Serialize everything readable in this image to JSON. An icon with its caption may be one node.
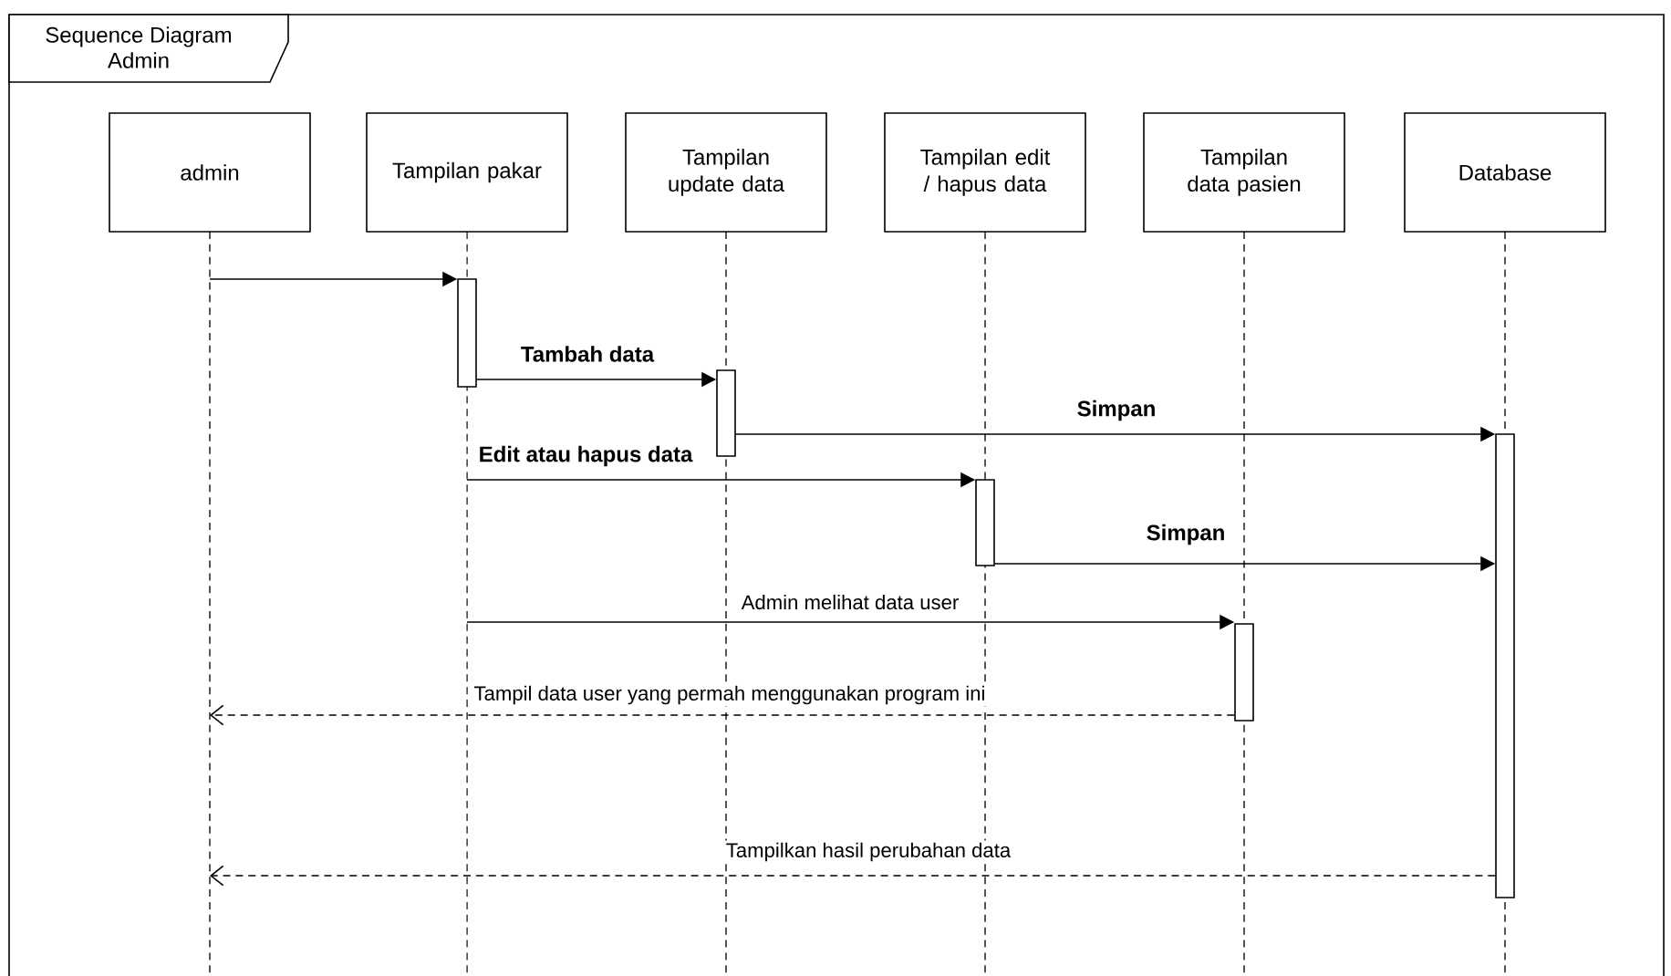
{
  "diagram": {
    "title": "Sequence Diagram Admin",
    "nodes": [
      {
        "text": [
          "admin"
        ]
      },
      {
        "text": [
          "Tampilan pakar"
        ]
      },
      {
        "text": [
          "Tampilan update data"
        ]
      },
      {
        "text": [
          "Tampilan edit / hapus data"
        ]
      },
      {
        "text": [
          "Tampilan data pasien"
        ]
      },
      {
        "text": [
          "Database"
        ]
      },
      {
        "text": [],
        "shape": "bar"
      },
      {
        "text": [],
        "shape": "bar"
      },
      {
        "text": [],
        "shape": "bar"
      },
      {
        "text": [],
        "shape": "bar"
      },
      {
        "text": [],
        "shape": "bar"
      }
    ],
    "edges": [
      {
        "from": 0,
        "to": 6,
        "arrow": "to"
      },
      {
        "from": 6,
        "to": 7,
        "arrow": "to",
        "label": "Tambah data"
      },
      {
        "from": 7,
        "to": 10,
        "arrow": "to",
        "label": "Simpan"
      },
      {
        "from": null,
        "to": 8,
        "arrow": "to",
        "label": "Edit atau hapus data"
      },
      {
        "from": 8,
        "to": 10,
        "arrow": "to",
        "label": "Simpan"
      },
      {
        "from": null,
        "to": 9,
        "arrow": "to",
        "label": "Admin melihat data user"
      },
      {
        "from": 9,
        "to": null,
        "arrow": "to",
        "style": "dashed",
        "label": "Tampil data user yang permah  menggunakan program ini"
      },
      {
        "from": 10,
        "to": null,
        "arrow": "to",
        "style": "dashed",
        "label": "Tampilkan hasil perubahan data"
      }
    ]
  }
}
